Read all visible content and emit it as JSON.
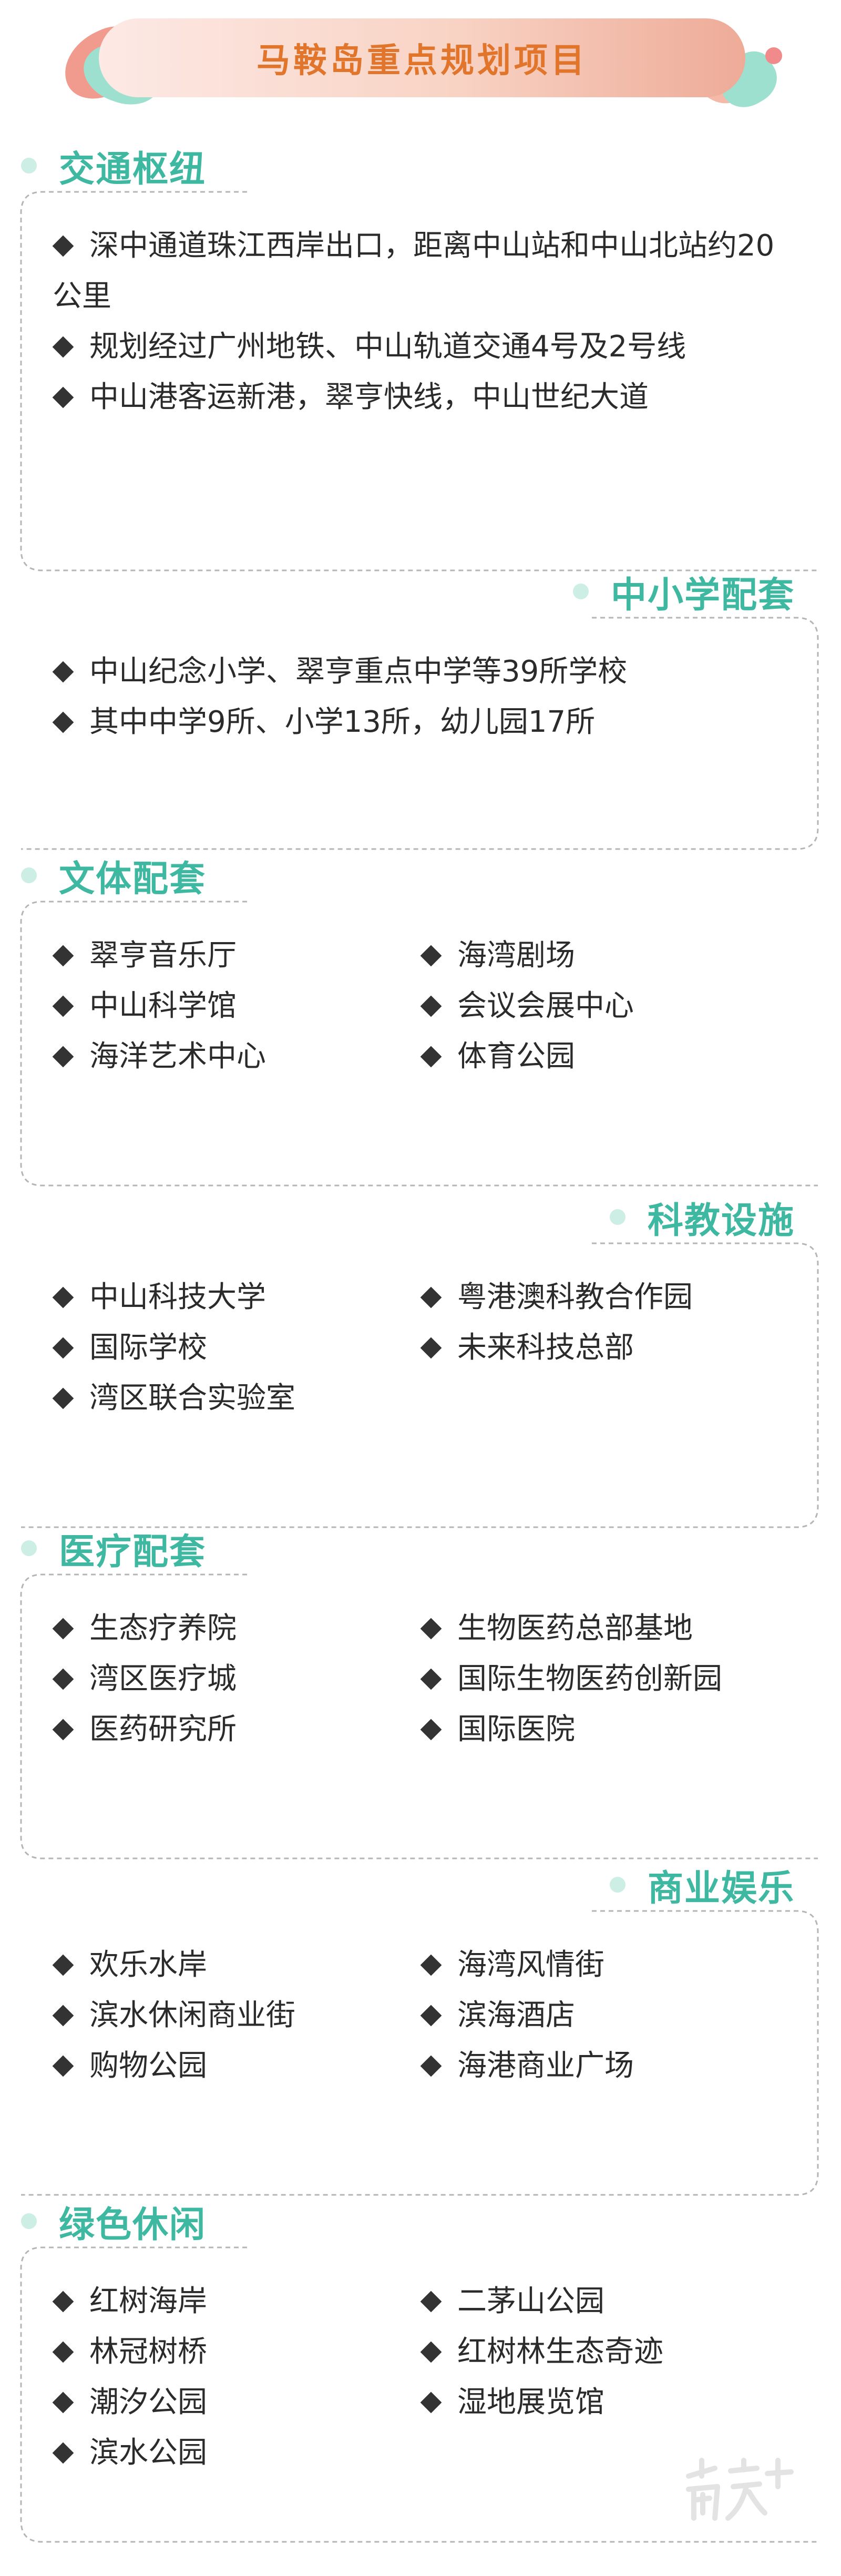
{
  "header": {
    "title": "马鞍岛重点规划项目"
  },
  "sections": [
    {
      "title": "交通枢纽",
      "align": "left",
      "layout": "list",
      "items": [
        "深中通道珠江西岸出口，距离中山站和中山北站约20公里",
        "规划经过广州地铁、中山轨道交通4号及2号线",
        "中山港客运新港，翠亨快线，中山世纪大道"
      ]
    },
    {
      "title": "中小学配套",
      "align": "right",
      "layout": "list",
      "items": [
        "中山纪念小学、翠亨重点中学等39所学校",
        "其中中学9所、小学13所，幼儿园17所"
      ]
    },
    {
      "title": "文体配套",
      "align": "left",
      "layout": "grid",
      "items": [
        "翠亨音乐厅",
        "海湾剧场",
        "中山科学馆",
        "会议会展中心",
        "海洋艺术中心",
        "体育公园"
      ]
    },
    {
      "title": "科教设施",
      "align": "right",
      "layout": "grid",
      "items": [
        "中山科技大学",
        "粤港澳科教合作园",
        "国际学校",
        "未来科技总部",
        "湾区联合实验室"
      ]
    },
    {
      "title": "医疗配套",
      "align": "left",
      "layout": "grid",
      "items": [
        "生态疗养院",
        "生物医药总部基地",
        "湾区医疗城",
        "国际生物医药创新园",
        "医药研究所",
        "国际医院"
      ]
    },
    {
      "title": "商业娱乐",
      "align": "right",
      "layout": "grid",
      "items": [
        "欢乐水岸",
        "海湾风情街",
        "滨水休闲商业街",
        "滨海酒店",
        "购物公园",
        "海港商业广场"
      ]
    },
    {
      "title": "绿色休闲",
      "align": "left",
      "layout": "grid",
      "items": [
        "红树海岸",
        "二茅山公园",
        "林冠树桥",
        "红树林生态奇迹",
        "潮汐公园",
        "湿地展览馆",
        "滨水公园"
      ]
    }
  ],
  "watermark": {
    "icon": "nanfang-plus-logo",
    "text": "南方+"
  },
  "colors": {
    "accent": "#3eb8a0",
    "title_orange": "#e0752b",
    "dash": "#b5b5b5"
  }
}
